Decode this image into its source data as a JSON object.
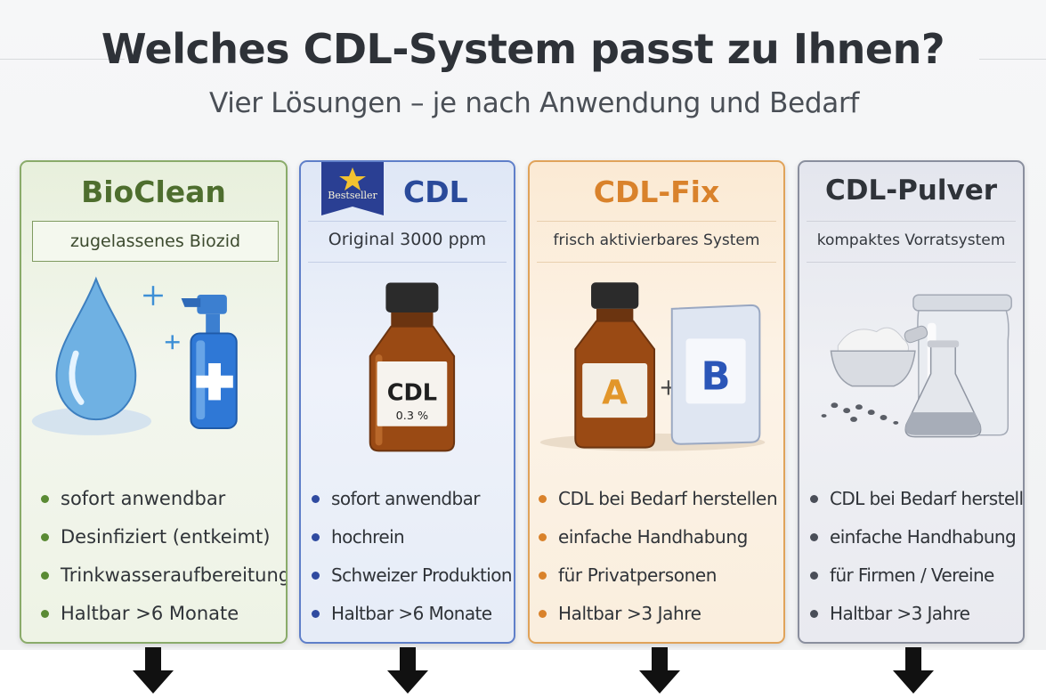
{
  "header": {
    "title": "Welches CDL-System passt zu Ihnen?",
    "subtitle": "Vier Lösungen – je nach Anwendung und Bedarf"
  },
  "cards": [
    {
      "title": "BioClean",
      "subtitle": "zugelassenes Biozid",
      "illustration": [
        "water-drop-icon",
        "spray-bottle-icon"
      ],
      "features": [
        "sofort anwendbar",
        "Desinfiziert (entkeimt)",
        "Trinkwasseraufbereitung",
        "Haltbar >6 Monate"
      ],
      "accent_color": "#8aab6a"
    },
    {
      "badge": "Bestseller",
      "title": "CDL",
      "subtitle": "Original 3000 ppm",
      "bottle_label": "CDL",
      "bottle_concentration": "0.3 %",
      "features": [
        "sofort anwendbar",
        "hochrein",
        "Schweizer Produktion",
        "Haltbar >6 Monate"
      ],
      "accent_color": "#5f7fc9"
    },
    {
      "title": "CDL-Fix",
      "subtitle": "frisch aktivierbares System",
      "component_a": "A",
      "component_b": "B",
      "plus_sign": "+",
      "features": [
        "CDL bei Bedarf herstellen",
        "einfache Handhabung",
        "für Privatpersonen",
        "Haltbar >3 Jahre"
      ],
      "accent_color": "#e0a35a"
    },
    {
      "title": "CDL-Pulver",
      "subtitle": "kompaktes Vorratsystem",
      "illustration": [
        "powder-bowl-icon",
        "storage-jar-icon",
        "flask-icon"
      ],
      "features": [
        "CDL bei Bedarf herstellen",
        "einfache Handhabung",
        "für Firmen / Vereine",
        "Haltbar >3 Jahre"
      ],
      "accent_color": "#8a8f9e"
    }
  ],
  "arrows": [
    "down-arrow-icon",
    "down-arrow-icon",
    "down-arrow-icon",
    "down-arrow-icon"
  ]
}
